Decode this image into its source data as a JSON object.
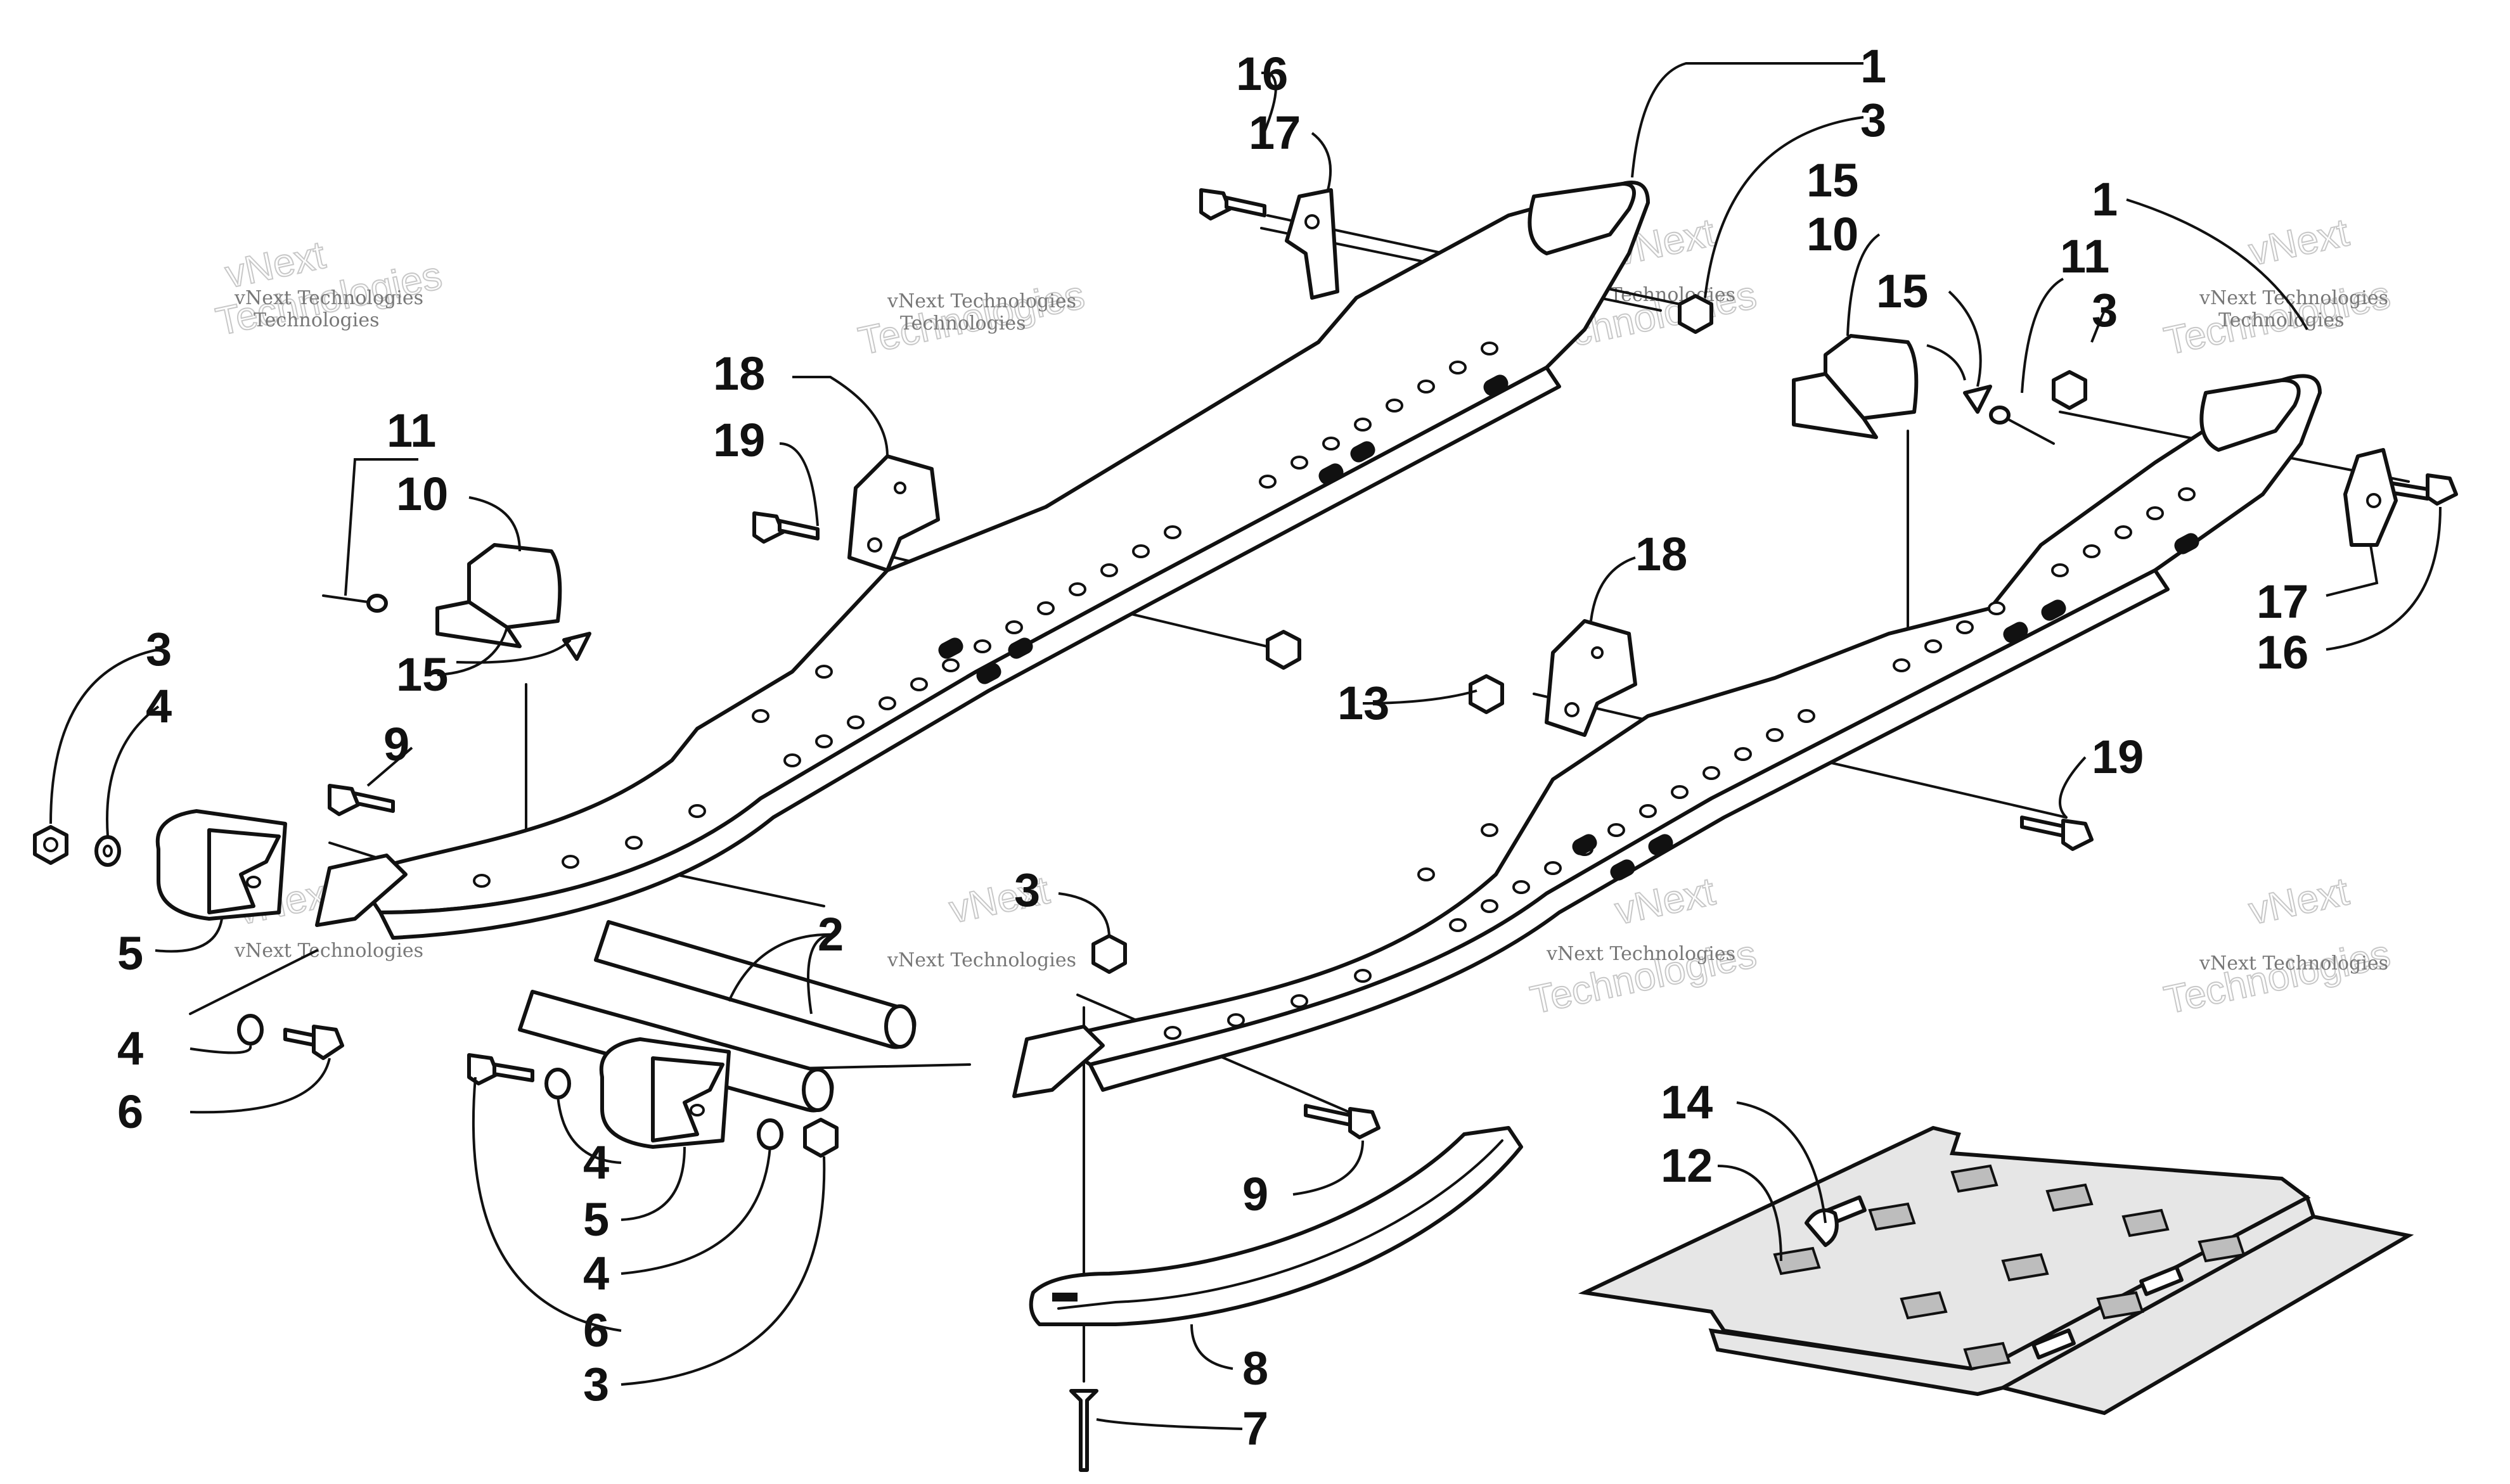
{
  "watermark": {
    "company_line": "vNext Technologies",
    "brand_word": "vNext",
    "big_word": "Technologies"
  },
  "callouts": {
    "c1a": "1",
    "c3a": "3",
    "c16a": "16",
    "c17a": "17",
    "c15a": "15",
    "c10a": "10",
    "c11a": "11",
    "c1b": "1",
    "c15b": "15",
    "c3b": "3",
    "c18a": "18",
    "c19a": "19",
    "c11b": "11",
    "c10b": "10",
    "c15c": "15",
    "c18b": "18",
    "c3c": "3",
    "c4a": "4",
    "c9a": "9",
    "c13": "13",
    "c17b": "17",
    "c16b": "16",
    "c19b": "19",
    "c5a": "5",
    "c2": "2",
    "c3d": "3",
    "c4b": "4",
    "c6a": "6",
    "c4c": "4",
    "c5b": "5",
    "c4d": "4",
    "c9b": "9",
    "c14": "14",
    "c12": "12",
    "c6b": "6",
    "c8": "8",
    "c3e": "3",
    "c7": "7"
  }
}
